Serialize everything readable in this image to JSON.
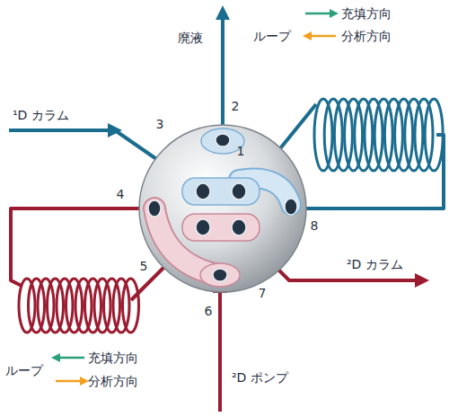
{
  "diagram": {
    "labels": [
      "廃液",
      "ループ",
      "¹D カラム",
      "1",
      "2",
      "3",
      "8",
      "4",
      "5",
      "7",
      "6",
      "²D カラム",
      "²D ポンプ",
      "ループ"
    ],
    "legend": [
      {
        "text": "充填方向"
      },
      {
        "text": "分析方向"
      },
      {
        "text": "充填方向"
      },
      {
        "text": "分析方向"
      }
    ]
  }
}
